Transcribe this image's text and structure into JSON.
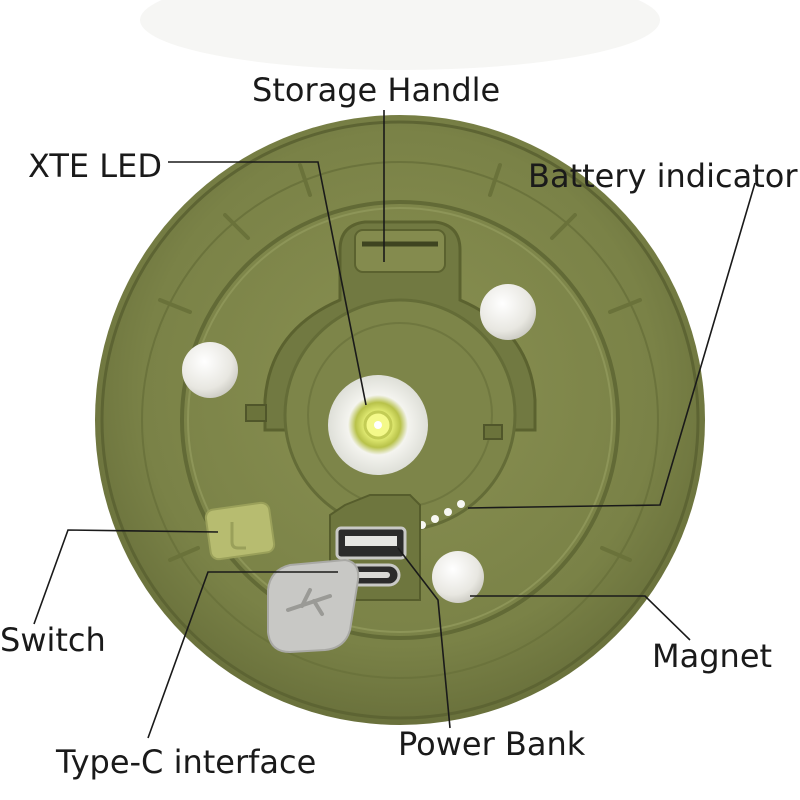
{
  "labels": {
    "storage_handle": "Storage Handle",
    "xte_led": "XTE LED",
    "battery_indicator": "Battery indicator",
    "switch": "Switch",
    "magnet": "Magnet",
    "power_bank": "Power Bank",
    "type_c": "Type-C interface"
  },
  "colors": {
    "body": "#7a8247",
    "body_dark": "#5d6433",
    "body_light": "#8b9256",
    "magnet": "#ecebe6",
    "led_ring": "#f2f2ee",
    "led_core": "#e9f27a",
    "switch": "#b9be72",
    "cap": "#c9c9c6",
    "leader": "#1a1a1a"
  }
}
